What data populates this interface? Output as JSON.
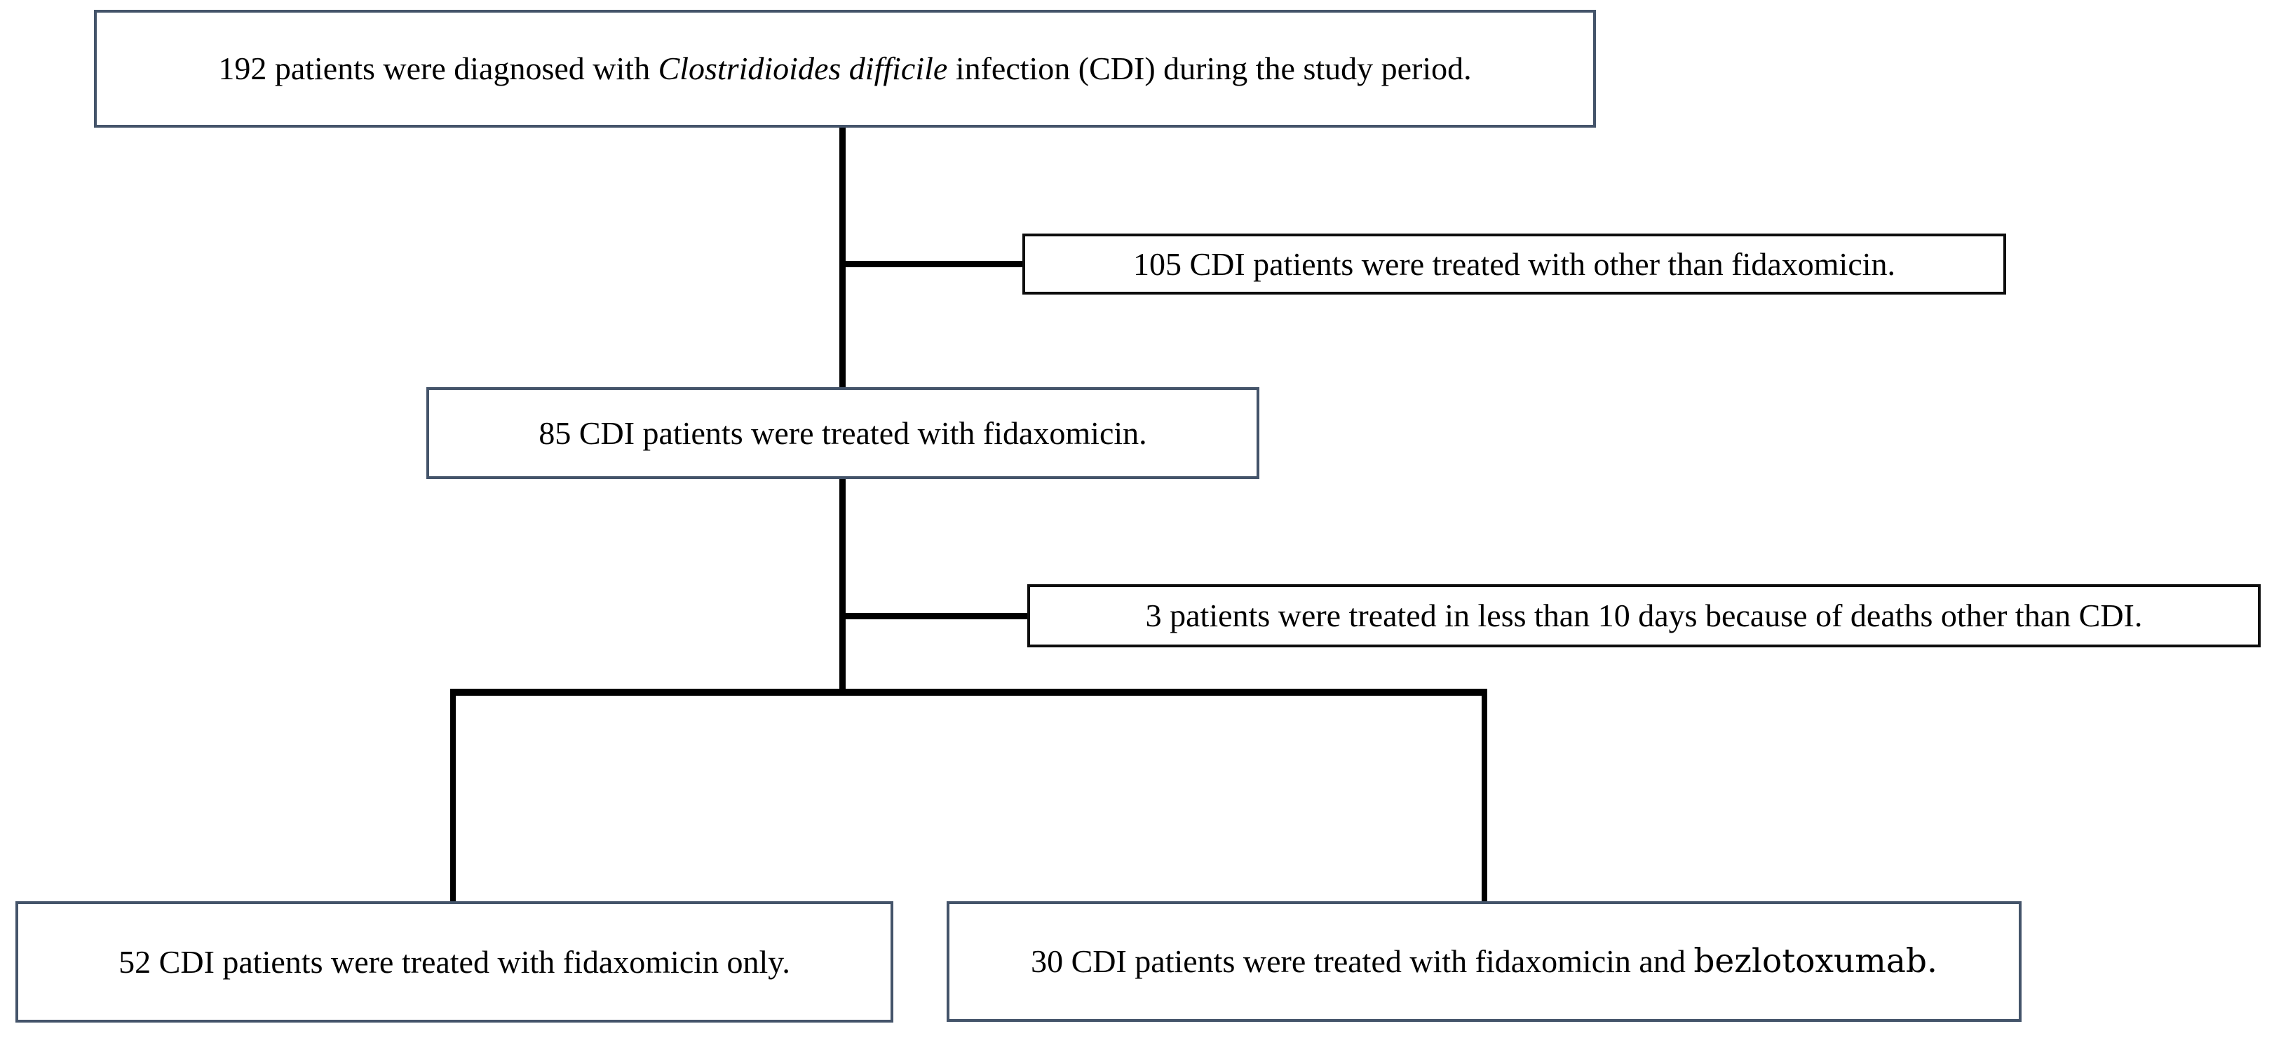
{
  "figure": {
    "type": "patient-flow-diagram",
    "background_color": "#ffffff",
    "colors": {
      "primary_box_border": "#44546a",
      "secondary_box_border": "#0d0d0d",
      "connector_line": "#000000",
      "text": "#000000"
    },
    "nodes": {
      "diagnosed": {
        "text_prefix": "192 patients were diagnosed with ",
        "text_italic": "Clostridioides difficile",
        "text_suffix": " infection (CDI) during the study period."
      },
      "other_treatment": {
        "text": "105 CDI patients were treated with other than fidaxomicin."
      },
      "fidaxomicin": {
        "text": "85 CDI patients were treated with fidaxomicin."
      },
      "early_death": {
        "text": "3 patients were treated in less than 10 days because of deaths other than CDI."
      },
      "fidaxomicin_only": {
        "text": "52 CDI patients were treated with fidaxomicin only."
      },
      "fidaxomicin_bezlotoxumab": {
        "text_prefix": "30 CDI patients were treated with fidaxomicin and ",
        "text_alt_font": "bezlotoxumab."
      }
    },
    "edges": [
      {
        "from": "diagnosed",
        "to": "fidaxomicin",
        "style": "thick-vertical"
      },
      {
        "from": "diagnosed-fidaxomicin-trunk",
        "to": "other_treatment",
        "style": "thick-horizontal"
      },
      {
        "from": "fidaxomicin",
        "to": "branch-point",
        "style": "thick-vertical"
      },
      {
        "from": "fidaxomicin-branch-trunk",
        "to": "early_death",
        "style": "thick-horizontal"
      },
      {
        "from": "branch-point",
        "to": "fidaxomicin_only",
        "style": "elbow"
      },
      {
        "from": "branch-point",
        "to": "fidaxomicin_bezlotoxumab",
        "style": "elbow"
      }
    ]
  }
}
